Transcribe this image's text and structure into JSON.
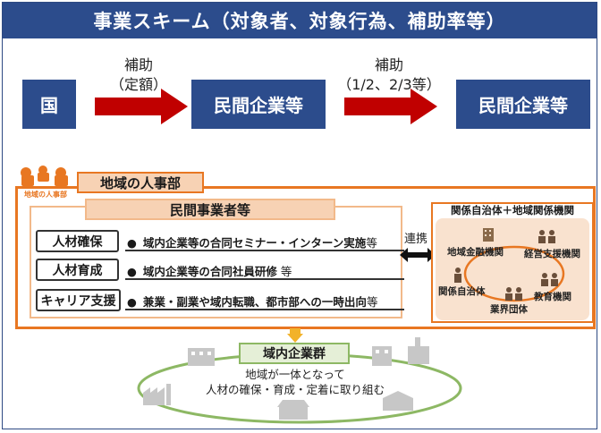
{
  "title": "事業スキーム（対象者、対象行為、補助率等）",
  "top_flow": {
    "box1": "国",
    "arrow1_label_line1": "補助",
    "arrow1_label_line2": "（定額）",
    "box2": "民間企業等",
    "arrow2_label_line1": "補助",
    "arrow2_label_line2": "（1/2、2/3等）",
    "box3": "民間企業等"
  },
  "hr_dept": {
    "logo_alt": "地域の人事部",
    "header": "地域の人事部",
    "private_header": "民間事業者等",
    "rows": [
      {
        "label": "人材確保",
        "text_main": "域内企業等の合同セミナー・インターン実施",
        "text_tail": "等"
      },
      {
        "label": "人材育成",
        "text_main": "域内企業等の合同社員研修",
        "text_tail": " 等"
      },
      {
        "label": "キャリア支援",
        "text_main": "兼業・副業や域内転職、都市部への一時出向",
        "text_tail": "等"
      }
    ],
    "link_label": "連携",
    "right_header": "関係自治体＋地域関係機関",
    "right_items": {
      "finance": "地域金融機関",
      "mgmt": "経営支援機関",
      "local_gov": "関係自治体",
      "edu": "教育機関",
      "industry": "業界団体"
    }
  },
  "bottom": {
    "header": "域内企業群",
    "line1": "地域が一体となって",
    "line2": "人材の確保・育成・定着に取り組む"
  },
  "colors": {
    "navy": "#2c4c8c",
    "red_arrow": "#c00000",
    "orange": "#e87722",
    "light_orange": "#f7d2b4",
    "green": "#8db864"
  }
}
